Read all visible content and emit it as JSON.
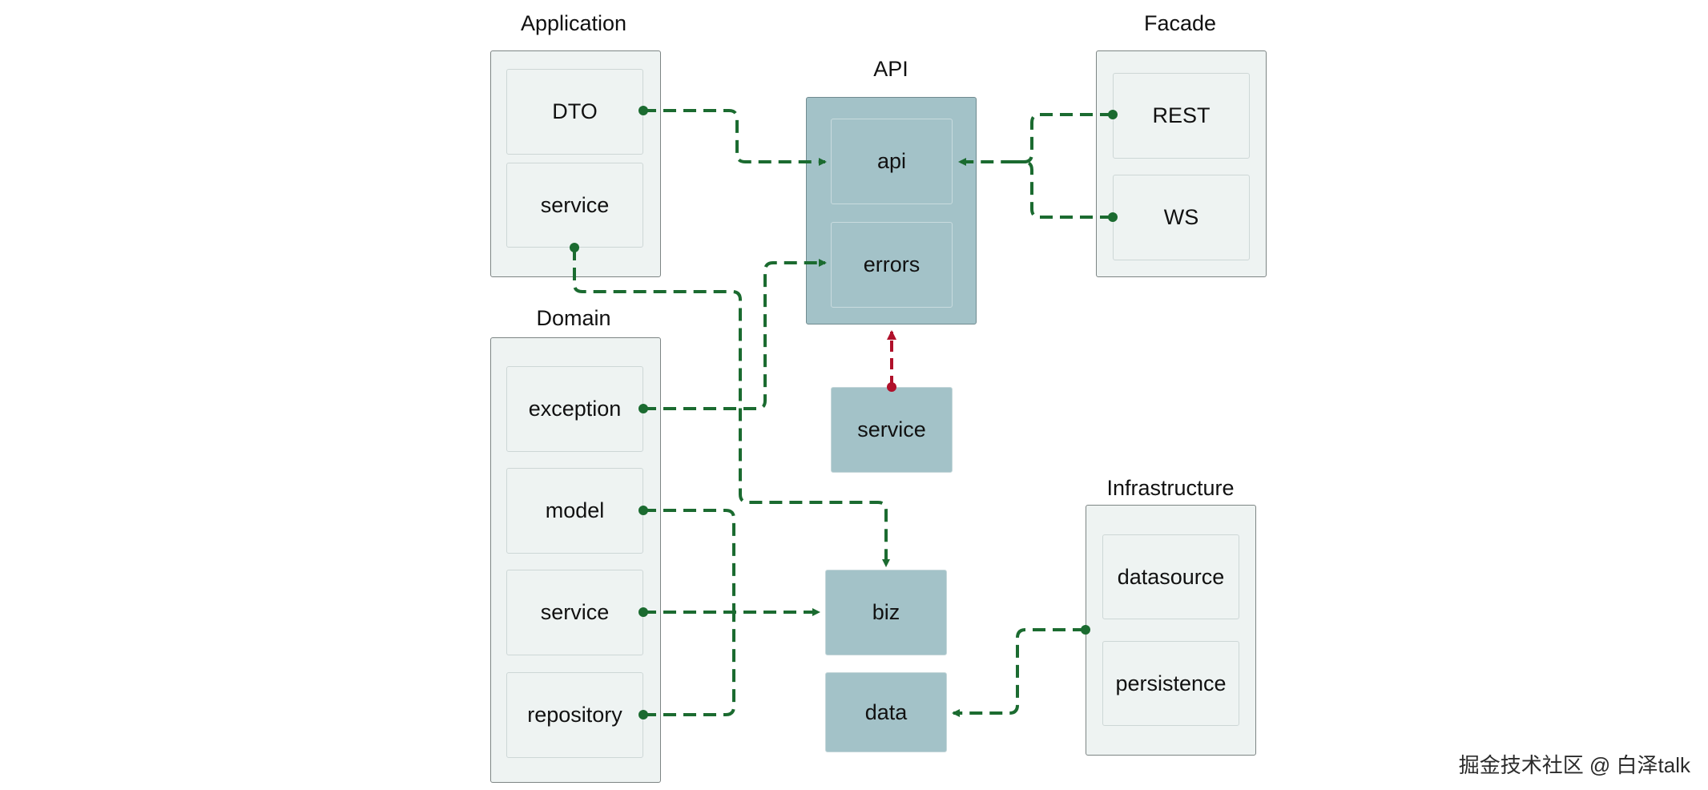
{
  "groups": {
    "application": {
      "title": "Application",
      "items": [
        "DTO",
        "service"
      ]
    },
    "api": {
      "title": "API",
      "items": [
        "api",
        "errors"
      ]
    },
    "facade": {
      "title": "Facade",
      "items": [
        "REST",
        "WS"
      ]
    },
    "domain": {
      "title": "Domain",
      "items": [
        "exception",
        "model",
        "service",
        "repository"
      ]
    },
    "infrastructure": {
      "title": "Infrastructure",
      "items": [
        "datasource",
        "persistence"
      ]
    }
  },
  "standalone": {
    "service": "service",
    "biz": "biz",
    "data": "data"
  },
  "colors": {
    "green_edge": "#1b6b30",
    "red_edge": "#b0102a",
    "teal_fill": "#a3c2c8",
    "light_fill": "#eef3f2"
  },
  "watermark": "掘金技术社区 @ 白泽talk"
}
